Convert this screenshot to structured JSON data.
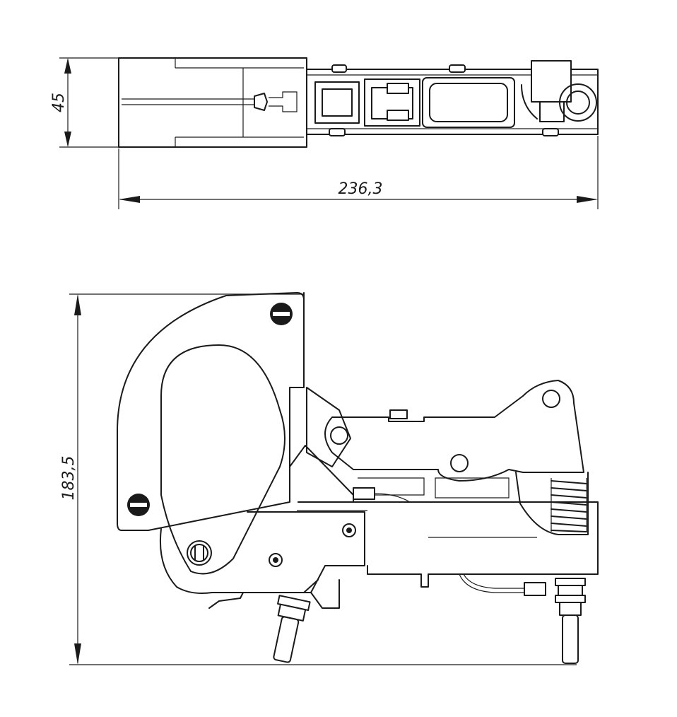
{
  "top_view": {
    "height_dimension": "45",
    "width_dimension": "236,3"
  },
  "side_view": {
    "height_dimension": "183,5"
  }
}
